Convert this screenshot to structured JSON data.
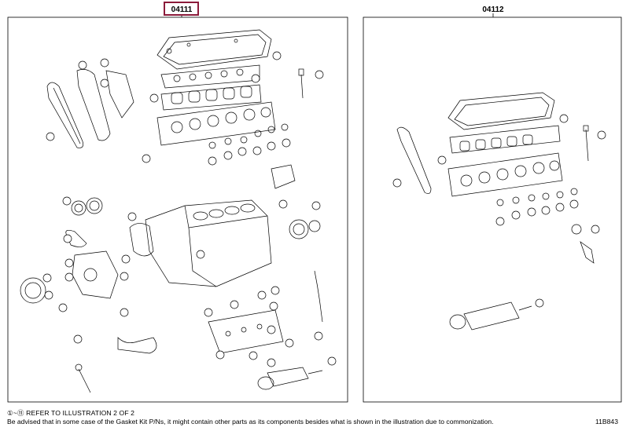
{
  "part_numbers": {
    "left": "04111",
    "right": "04112"
  },
  "footer": {
    "line1": "①~⑪ REFER TO ILLUSTRATION 2 OF 2",
    "line2": "Be advised that in some case of the Gasket Kit P/Ns, it might contain other parts as its components besides what is shown in the illustration due to commonization."
  },
  "figure_id": "11B843",
  "colors": {
    "highlight_box": "#8b1a3a",
    "line": "#000000"
  }
}
